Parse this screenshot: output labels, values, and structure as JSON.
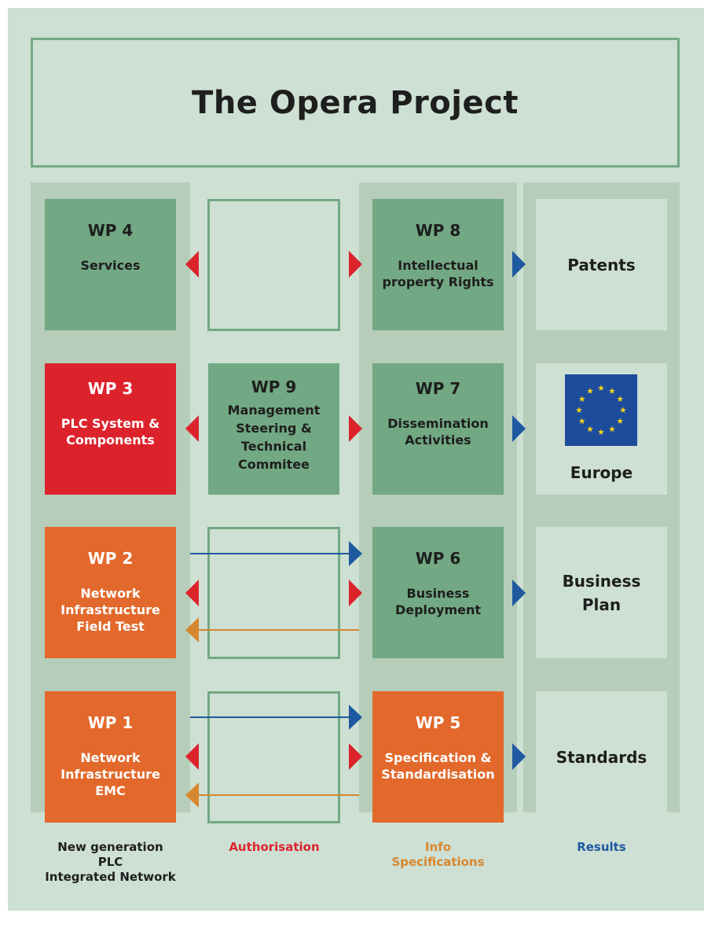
{
  "title": "The Opera Project",
  "columns": {
    "col1_footer": "New generation\nPLC\nIntegrated Network",
    "col2_footer": "Authorisation",
    "col3_footer": "Info\nSpecifications",
    "col4_footer": "Results"
  },
  "work_packages": {
    "wp4": {
      "label": "WP 4",
      "desc": "Services"
    },
    "wp3": {
      "label": "WP 3",
      "desc": "PLC System &\nComponents"
    },
    "wp2": {
      "label": "WP 2",
      "desc": "Network\nInfrastructure\nField Test"
    },
    "wp1": {
      "label": "WP 1",
      "desc": "Network\nInfrastructure\nEMC"
    },
    "wp9": {
      "label": "WP 9",
      "desc": "Management\nSteering &\nTechnical\nCommitee"
    },
    "wp8": {
      "label": "WP 8",
      "desc": "Intellectual\nproperty Rights"
    },
    "wp7": {
      "label": "WP 7",
      "desc": "Dissemination\nActivities"
    },
    "wp6": {
      "label": "WP 6",
      "desc": "Business\nDeployment"
    },
    "wp5": {
      "label": "WP 5",
      "desc": "Specification &\nStandardisation"
    }
  },
  "results": {
    "patents": "Patents",
    "europe": "Europe",
    "business_plan": "Business\nPlan",
    "standards": "Standards"
  },
  "colors": {
    "background": "#cde0d3",
    "column": "#b5cdb9",
    "green_box": "#72a883",
    "red_box": "#dc232c",
    "orange_box": "#e2692b",
    "authorisation_arrow": "#dc232c",
    "info_arrow": "#d7872f",
    "results_arrow": "#1f5aa0",
    "eu_flag": "#1d4c9c",
    "eu_star": "#f5d21a"
  }
}
